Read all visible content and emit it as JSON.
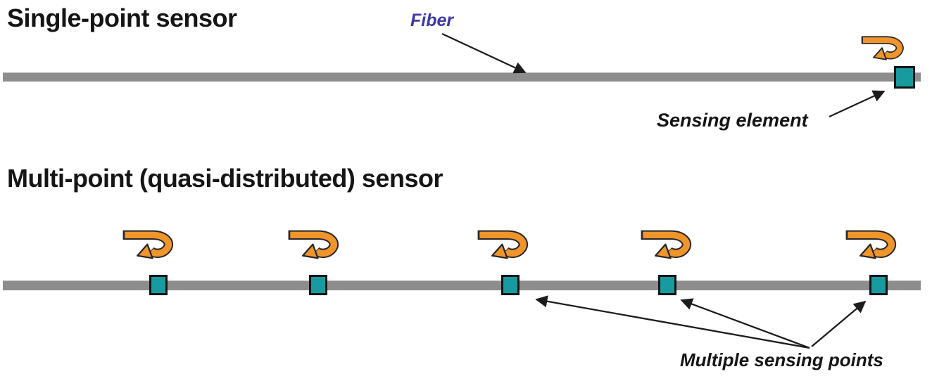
{
  "sections": {
    "single": {
      "title": "Single-point sensor",
      "fiber_label": "Fiber",
      "sensing_element_label": "Sensing element",
      "sensing_point_count": 1
    },
    "multi": {
      "title": "Multi-point (quasi-distributed) sensor",
      "multiple_sensing_points_label": "Multiple sensing points",
      "sensing_point_count": 5
    }
  },
  "icons": {
    "loop_arrow": "curved-loop-arrow-icon",
    "sensing_point": "teal-square-sensing-element"
  },
  "colors": {
    "page_bg": "#ffffff",
    "fiber": "#8d8d8d",
    "sensor": "#189b9e",
    "sensor_border": "#141414",
    "arrow_orange": "#f0952b",
    "arrow_outline": "#262626",
    "fiber_label": "#3d39a6",
    "text": "#151515",
    "line": "#1c1c1c"
  }
}
